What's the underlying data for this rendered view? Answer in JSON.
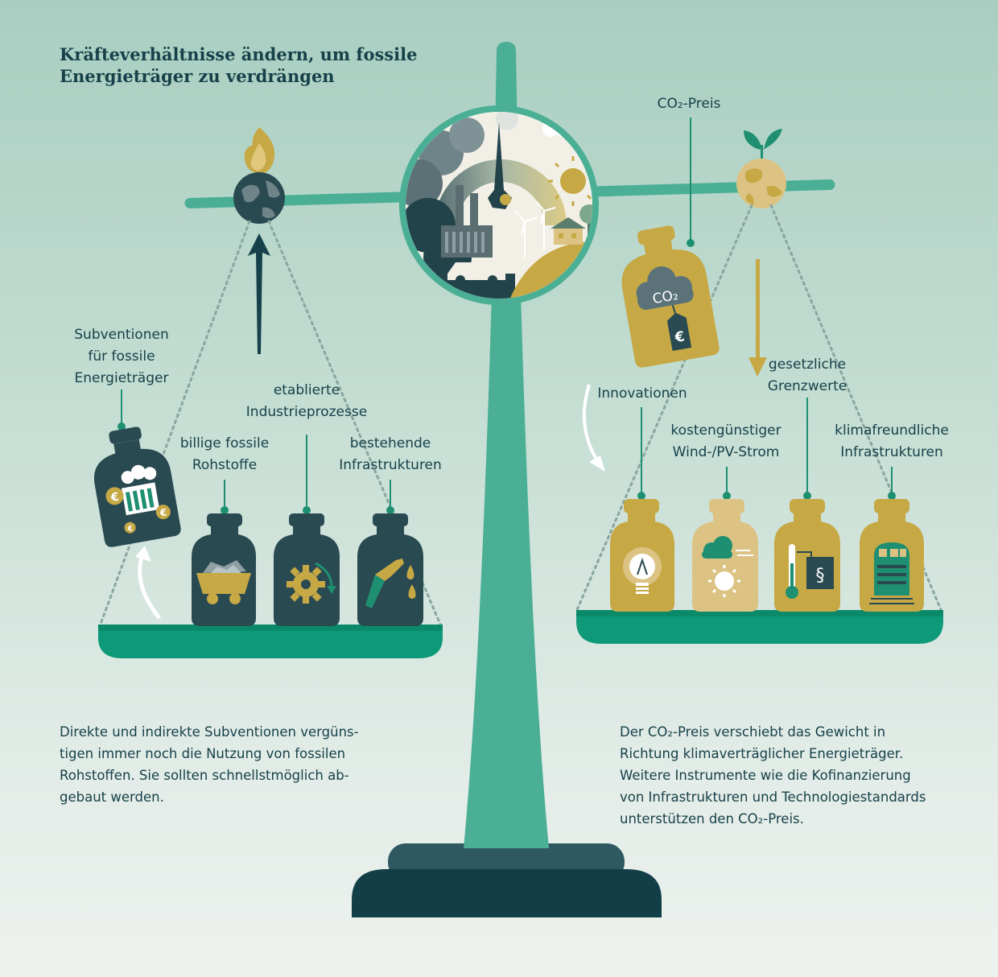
{
  "title": "Kräfteverhältnisse ändern, um fossile\nEnergieträger zu verdrängen",
  "left_labels": {
    "subsidies": "Subventionen\nfür fossile\nEnergieträger",
    "raw_materials": "billige fossile\nRohstoffe",
    "processes": "etablierte\nIndustrieprozesse",
    "infrastructure": "bestehende\nInfrastrukturen"
  },
  "right_labels": {
    "co2_price": "CO₂-Preis",
    "innovations": "Innovationen",
    "wind_pv": "kostengünstiger\nWind-/PV-Strom",
    "limits": "gesetzliche\nGrenzwerte",
    "climate_infra": "klimafreundliche\nInfrastrukturen"
  },
  "weight_text": {
    "co2": "CO₂",
    "euro": "€",
    "paragraph": "§"
  },
  "paragraph_left": "Direkte und indirekte Subventionen vergüns-\ntigen immer noch die Nutzung von fossilen\nRohstoffen. Sie sollten schnellstmöglich ab-\ngebaut werden.",
  "paragraph_right": "Der CO₂-Preis verschiebt das Gewicht in\nRichtung klimaverträglicher Energieträger.\nWeitere Instrumente wie die Kofinanzierung\nvon Infrastrukturen und Technologiestandards\nunterstützen den CO₂-Preis.",
  "colors": {
    "teal": "#4aaf95",
    "teal_dark": "#1f8f72",
    "pan": "#0e9a78",
    "navy": "#17414a",
    "weight_dark": "#2a4a52",
    "gold": "#c6a945",
    "gold_light": "#dcc383",
    "smoke": "#5a7278"
  },
  "icons": {
    "left_globe": "burning-globe-icon",
    "right_globe": "sprouting-globe-icon",
    "center": "fossil-vs-renewable-gauge-icon",
    "subsidies": "euro-factory-icon",
    "raw_materials": "coal-cart-icon",
    "processes": "gear-icon",
    "infrastructure": "fuel-nozzle-icon",
    "innovations": "lightbulb-icon",
    "wind_pv": "sun-wind-icon",
    "limits": "thermometer-paragraph-icon",
    "climate_infra": "train-icon"
  }
}
